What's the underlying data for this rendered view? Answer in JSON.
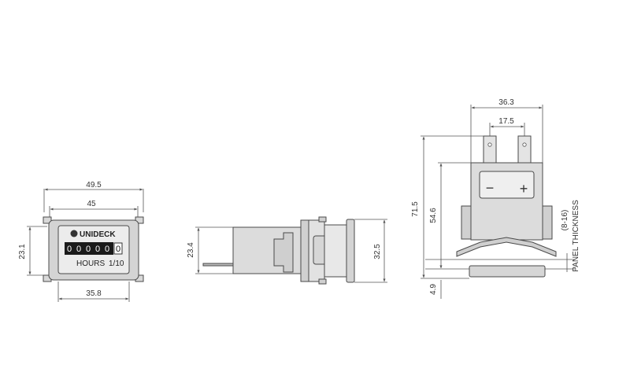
{
  "front_view": {
    "dim_width_outer": "49.5",
    "dim_width_inner": "45",
    "dim_height": "23.1",
    "dim_bottom": "35.8",
    "brand": "UNIDECK",
    "digits": [
      "0",
      "0",
      "0",
      "0",
      "0"
    ],
    "last_digit": "0",
    "unit_label": "HOURS",
    "resolution_label": "1/10"
  },
  "side_view": {
    "dim_left_height": "23.4",
    "dim_right_height": "32.5"
  },
  "section_view": {
    "dim_top_width": "36.3",
    "dim_terminal_spacing": "17.5",
    "dim_total_height": "71.5",
    "dim_body_height": "54.6",
    "dim_bottom_offset": "4.9",
    "dim_panel_range": "(8-16)",
    "panel_note": "PANEL THICKNESS",
    "minus_symbol": "−",
    "plus_symbol": "+"
  },
  "colors": {
    "body_fill": "#dcdcdc",
    "body_dark": "#c4c4c4",
    "display_bg": "#1a1a1a",
    "line": "#555555"
  }
}
